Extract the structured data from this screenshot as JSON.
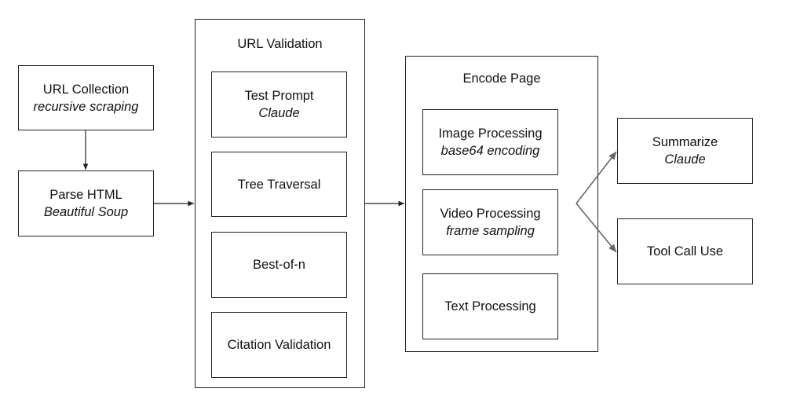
{
  "nodes": {
    "url_collection": {
      "title": "URL Collection",
      "sub": "recursive scraping"
    },
    "parse_html": {
      "title": "Parse HTML",
      "sub": "Beautiful Soup"
    },
    "test_prompt": {
      "title": "Test Prompt",
      "sub": "Claude"
    },
    "tree_traversal": {
      "title": "Tree Traversal"
    },
    "best_of_n": {
      "title": "Best-of-n"
    },
    "citation_validation": {
      "title": "Citation Validation"
    },
    "image_processing": {
      "title": "Image Processing",
      "sub": "base64 encoding"
    },
    "video_processing": {
      "title": "Video Processing",
      "sub": "frame sampling"
    },
    "text_processing": {
      "title": "Text Processing"
    },
    "summarize": {
      "title": "Summarize",
      "sub": "Claude"
    },
    "tool_call_use": {
      "title": "Tool Call Use"
    }
  },
  "groups": {
    "url_validation": {
      "title": "URL Validation"
    },
    "encode_page": {
      "title": "Encode Page"
    }
  },
  "edges": [
    {
      "from": "url_collection",
      "to": "parse_html"
    },
    {
      "from": "parse_html",
      "to": "url_validation"
    },
    {
      "from": "url_validation",
      "to": "encode_page"
    },
    {
      "from": "encode_page",
      "to": "summarize"
    },
    {
      "from": "encode_page",
      "to": "tool_call_use"
    }
  ]
}
